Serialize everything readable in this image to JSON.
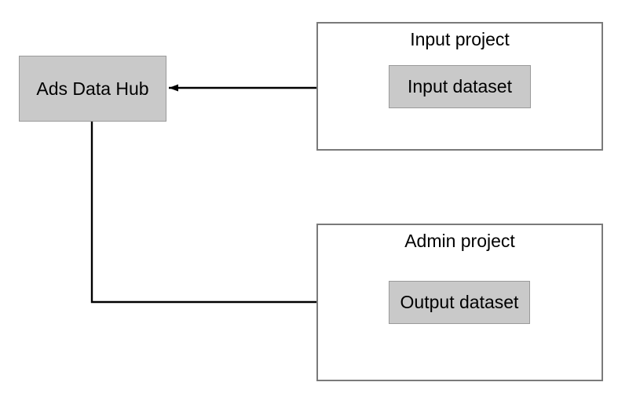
{
  "diagram": {
    "colors": {
      "background": "#ffffff",
      "node_fill": "#c9c9c9",
      "node_border": "#9a9a9a",
      "container_border": "#7a7a7a",
      "arrow": "#000000",
      "text": "#000000"
    },
    "nodes": {
      "ads_data_hub": {
        "label": "Ads Data Hub"
      },
      "input_dataset": {
        "label": "Input dataset"
      },
      "output_dataset": {
        "label": "Output dataset"
      }
    },
    "containers": {
      "input_project": {
        "title": "Input project"
      },
      "admin_project": {
        "title": "Admin project"
      }
    },
    "connections": [
      {
        "from": "Input dataset",
        "to": "Ads Data Hub",
        "style": "straight-left-arrow"
      },
      {
        "from": "Ads Data Hub",
        "to": "Output dataset",
        "style": "elbow-down-right-arrow"
      }
    ]
  }
}
